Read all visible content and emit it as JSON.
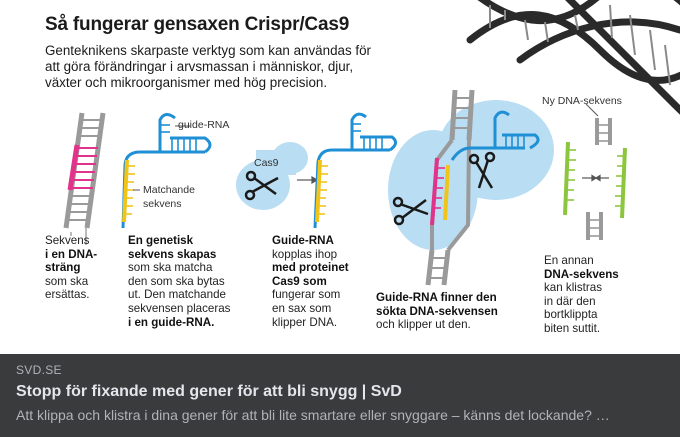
{
  "infographic": {
    "title": "Så fungerar gensaxen Crispr/Cas9",
    "intro_lines": [
      "Genteknikens skarpaste verktyg som kan användas för",
      "att göra förändringar i arvsmassan i människor, djur,",
      "växter och mikroorganismer med hög precision."
    ],
    "labels": {
      "guide_rna": "guide-RNA",
      "matching_line1": "Matchande",
      "matching_line2": "sekvens",
      "cas9": "Cas9",
      "new_dna": "Ny DNA-sekvens"
    },
    "steps": [
      {
        "lines": [
          "Sekvens",
          "i en DNA-",
          "sträng",
          "som ska",
          "ersättas."
        ]
      },
      {
        "lines": [
          "En genetisk",
          "sekvens skapas",
          "som ska matcha",
          "den som ska bytas",
          "ut. Den matchande",
          "sekvensen placeras",
          "i en guide-RNA."
        ]
      },
      {
        "lines": [
          "Guide-RNA",
          "kopplas ihop",
          "med proteinet",
          "Cas9 som",
          "fungerar som",
          "en sax som",
          "klipper DNA."
        ]
      },
      {
        "lines": [
          "Guide-RNA finner den",
          "sökta DNA-sekvensen",
          "och klipper ut den."
        ]
      },
      {
        "lines": [
          "En annan",
          "DNA-sekvens",
          "kan klistras",
          "in där den",
          "bortklippta",
          "biten suttit."
        ]
      }
    ],
    "colors": {
      "dna_strand": "#e2338b",
      "guide_rna": "#1f8fd6",
      "matching": "#f0c419",
      "new_dna": "#8cc63f",
      "cas9_blob": "#b9ddf3",
      "ladder": "#9a9a9a"
    }
  },
  "link_preview": {
    "site": "SVD.SE",
    "headline": "Stopp för fixande med gener för att bli snygg | SvD",
    "description": "Att klippa och klistra i dina gener för att bli lite smartare eller snyggare – känns det lockande? …"
  }
}
